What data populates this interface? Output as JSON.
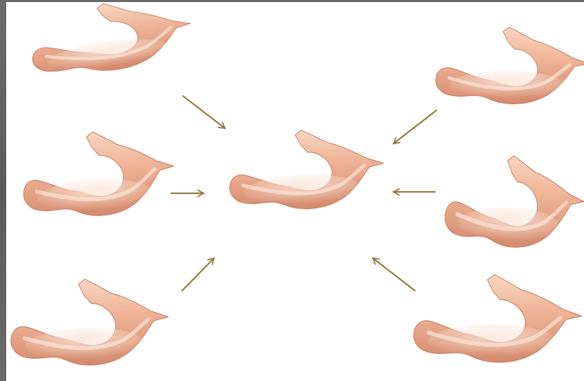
{
  "figure": {
    "shape_count": 7,
    "colors": {
      "arrow": "#8f7c41",
      "shape_fill_light": "#f6cdb5",
      "shape_fill_mid": "#e9a98b",
      "shape_fill_dark": "#cf8569",
      "frame_border": "#626262"
    },
    "shapes": [
      {
        "id": "shape-top-left",
        "role": "input"
      },
      {
        "id": "shape-middle-left",
        "role": "input"
      },
      {
        "id": "shape-bottom-left",
        "role": "input"
      },
      {
        "id": "shape-center",
        "role": "template"
      },
      {
        "id": "shape-top-right",
        "role": "input"
      },
      {
        "id": "shape-middle-right",
        "role": "input"
      },
      {
        "id": "shape-bottom-right",
        "role": "input"
      }
    ],
    "arrows": [
      {
        "from": "shape-top-left",
        "to": "shape-center"
      },
      {
        "from": "shape-middle-left",
        "to": "shape-center"
      },
      {
        "from": "shape-bottom-left",
        "to": "shape-center"
      },
      {
        "from": "shape-top-right",
        "to": "shape-center"
      },
      {
        "from": "shape-middle-right",
        "to": "shape-center"
      },
      {
        "from": "shape-bottom-right",
        "to": "shape-center"
      }
    ]
  }
}
